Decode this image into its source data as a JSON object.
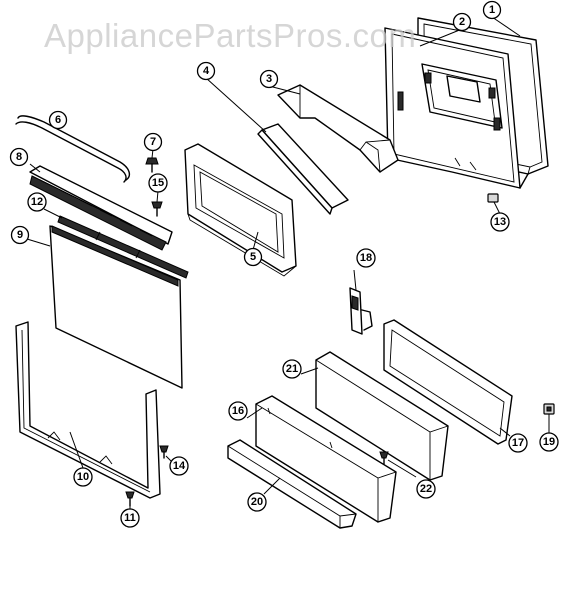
{
  "watermark": {
    "text": "AppliancePartsPros.com"
  },
  "callouts": [
    {
      "id": "1",
      "label": "1"
    },
    {
      "id": "2",
      "label": "2"
    },
    {
      "id": "3",
      "label": "3"
    },
    {
      "id": "4",
      "label": "4"
    },
    {
      "id": "5",
      "label": "5"
    },
    {
      "id": "6",
      "label": "6"
    },
    {
      "id": "7",
      "label": "7"
    },
    {
      "id": "8",
      "label": "8"
    },
    {
      "id": "9",
      "label": "9"
    },
    {
      "id": "10",
      "label": "10"
    },
    {
      "id": "11",
      "label": "11"
    },
    {
      "id": "12",
      "label": "12"
    },
    {
      "id": "13",
      "label": "13"
    },
    {
      "id": "14",
      "label": "14"
    },
    {
      "id": "15",
      "label": "15"
    },
    {
      "id": "16",
      "label": "16"
    },
    {
      "id": "17",
      "label": "17"
    },
    {
      "id": "18",
      "label": "18"
    },
    {
      "id": "19",
      "label": "19"
    },
    {
      "id": "20",
      "label": "20"
    },
    {
      "id": "21",
      "label": "21"
    },
    {
      "id": "22",
      "label": "22"
    }
  ]
}
